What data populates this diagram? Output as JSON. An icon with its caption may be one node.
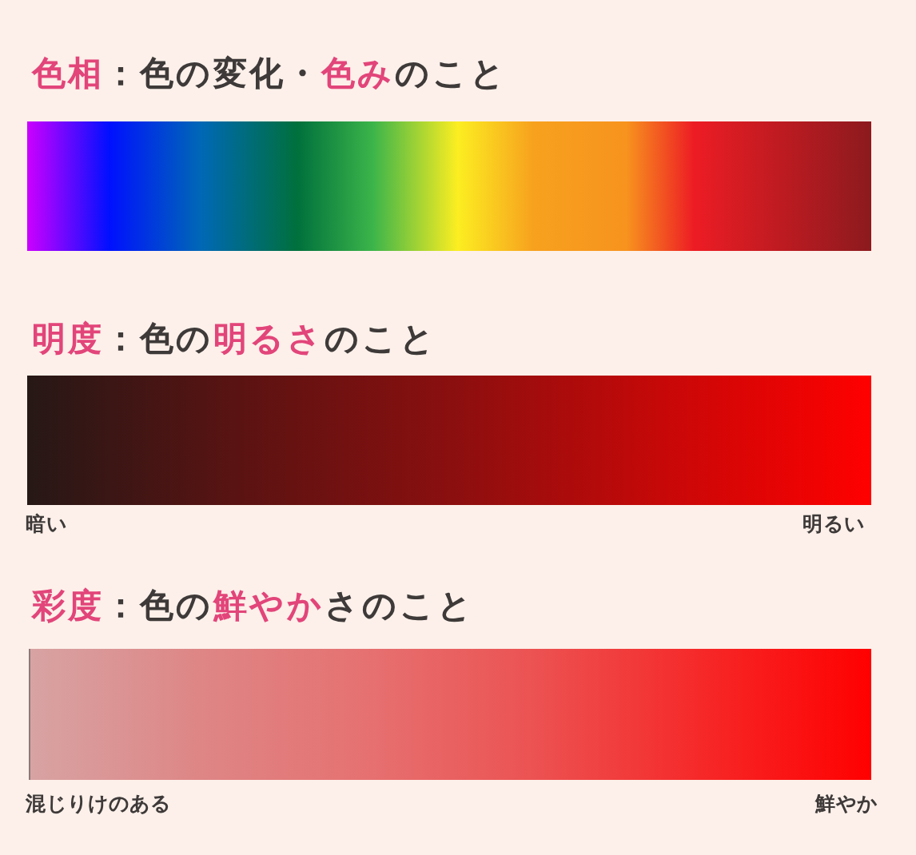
{
  "diagram": {
    "nodes": [
      {
        "text": [],
        "shape": "bar",
        "beside": [
          "**色相**：色の変化・**色み**のこと"
        ]
      },
      {
        "text": [],
        "shape": "bar",
        "beside": [
          "**明度**：色の**明るさ**のこと",
          "暗い",
          "明るい"
        ]
      },
      {
        "text": [],
        "shape": "bar",
        "beside": [
          "**彩度**：色の**鮮やか**さのこと",
          "混じりけのある",
          "鮮やか"
        ]
      }
    ]
  }
}
